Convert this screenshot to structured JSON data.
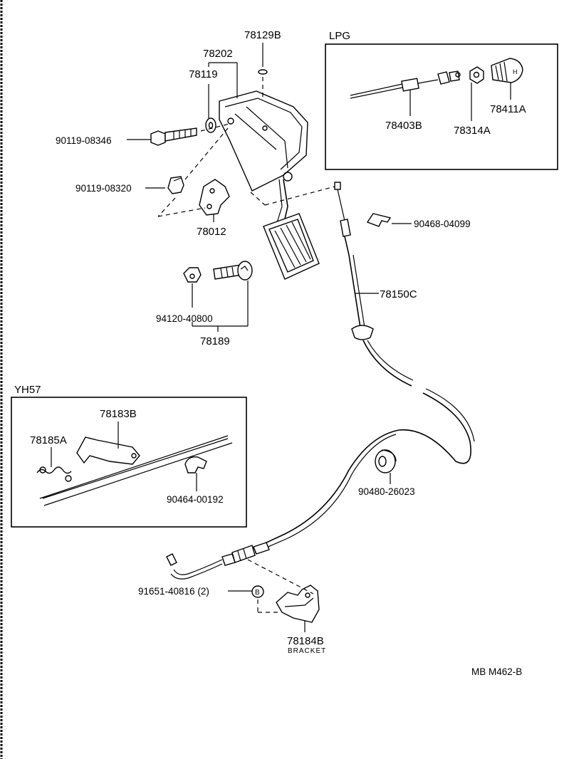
{
  "sections": {
    "lpg_title": "LPG",
    "yh57_title": "YH57"
  },
  "parts": {
    "p78129b": "78129B",
    "p78202": "78202",
    "p78119": "78119",
    "p90119_08346": "90119-08346",
    "p90119_08320": "90119-08320",
    "p78012": "78012",
    "p94120_40800": "94120-40800",
    "p78189": "78189",
    "p78403b": "78403B",
    "p78314a": "78314A",
    "p78411a": "78411A",
    "p90468_04099": "90468-04099",
    "p78150c": "78150C",
    "p78183b": "78183B",
    "p78185a": "78185A",
    "p90464_00192": "90464-00192",
    "p90480_26023": "90480-26023",
    "p91651_40816": "91651-40816 (2)",
    "p78184b": "78184B",
    "bracket": "BRACKET",
    "b_marker": "B"
  },
  "footer": {
    "code": "MB  M462-B"
  }
}
